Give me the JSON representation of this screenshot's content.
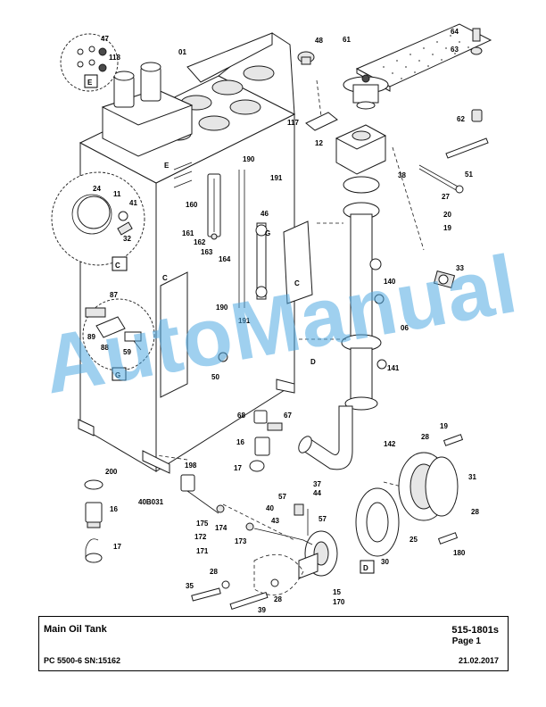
{
  "title_block": {
    "title": "Main Oil Tank",
    "document_code": "515-1801s",
    "page": "Page 1",
    "model": "PC 5500-6 SN:15162",
    "date": "21.02.2017"
  },
  "drawing_id": "40B031",
  "watermark": "AutoManual",
  "detail_views": {
    "E": "E",
    "C": "C",
    "G": "G",
    "D": "D"
  },
  "view_markers": {
    "E": "E",
    "C1": "C",
    "C2": "C",
    "G": "G",
    "D": "D"
  },
  "part_labels": {
    "p01": "01",
    "p06": "06",
    "p11": "11",
    "p12": "12",
    "p15": "15",
    "p16a": "16",
    "p16b": "16",
    "p17a": "17",
    "p17b": "17",
    "p19a": "19",
    "p19b": "19",
    "p20": "20",
    "p24": "24",
    "p25": "25",
    "p27": "27",
    "p28a": "28",
    "p28b": "28",
    "p28c": "28",
    "p28d": "28",
    "p30": "30",
    "p31": "31",
    "p32": "32",
    "p33": "33",
    "p35": "35",
    "p37": "37",
    "p38": "38",
    "p39": "39",
    "p40": "40",
    "p41": "41",
    "p43": "43",
    "p44": "44",
    "p46": "46",
    "p47": "47",
    "p48": "48",
    "p50": "50",
    "p51": "51",
    "p57a": "57",
    "p57b": "57",
    "p59": "59",
    "p61": "61",
    "p62": "62",
    "p63": "63",
    "p64": "64",
    "p67": "67",
    "p68": "68",
    "p87": "87",
    "p88": "88",
    "p89": "89",
    "p117": "117",
    "p118": "118",
    "p140": "140",
    "p141": "141",
    "p142": "142",
    "p160": "160",
    "p161": "161",
    "p162": "162",
    "p163": "163",
    "p164": "164",
    "p170": "170",
    "p171": "171",
    "p172": "172",
    "p173": "173",
    "p174": "174",
    "p175": "175",
    "p180": "180",
    "p190a": "190",
    "p190b": "190",
    "p191a": "191",
    "p191b": "191",
    "p198": "198",
    "p200": "200"
  },
  "icons": [
    "detail-circle",
    "part-callout-leader",
    "flange-ring",
    "bolt",
    "hose-fitting"
  ]
}
